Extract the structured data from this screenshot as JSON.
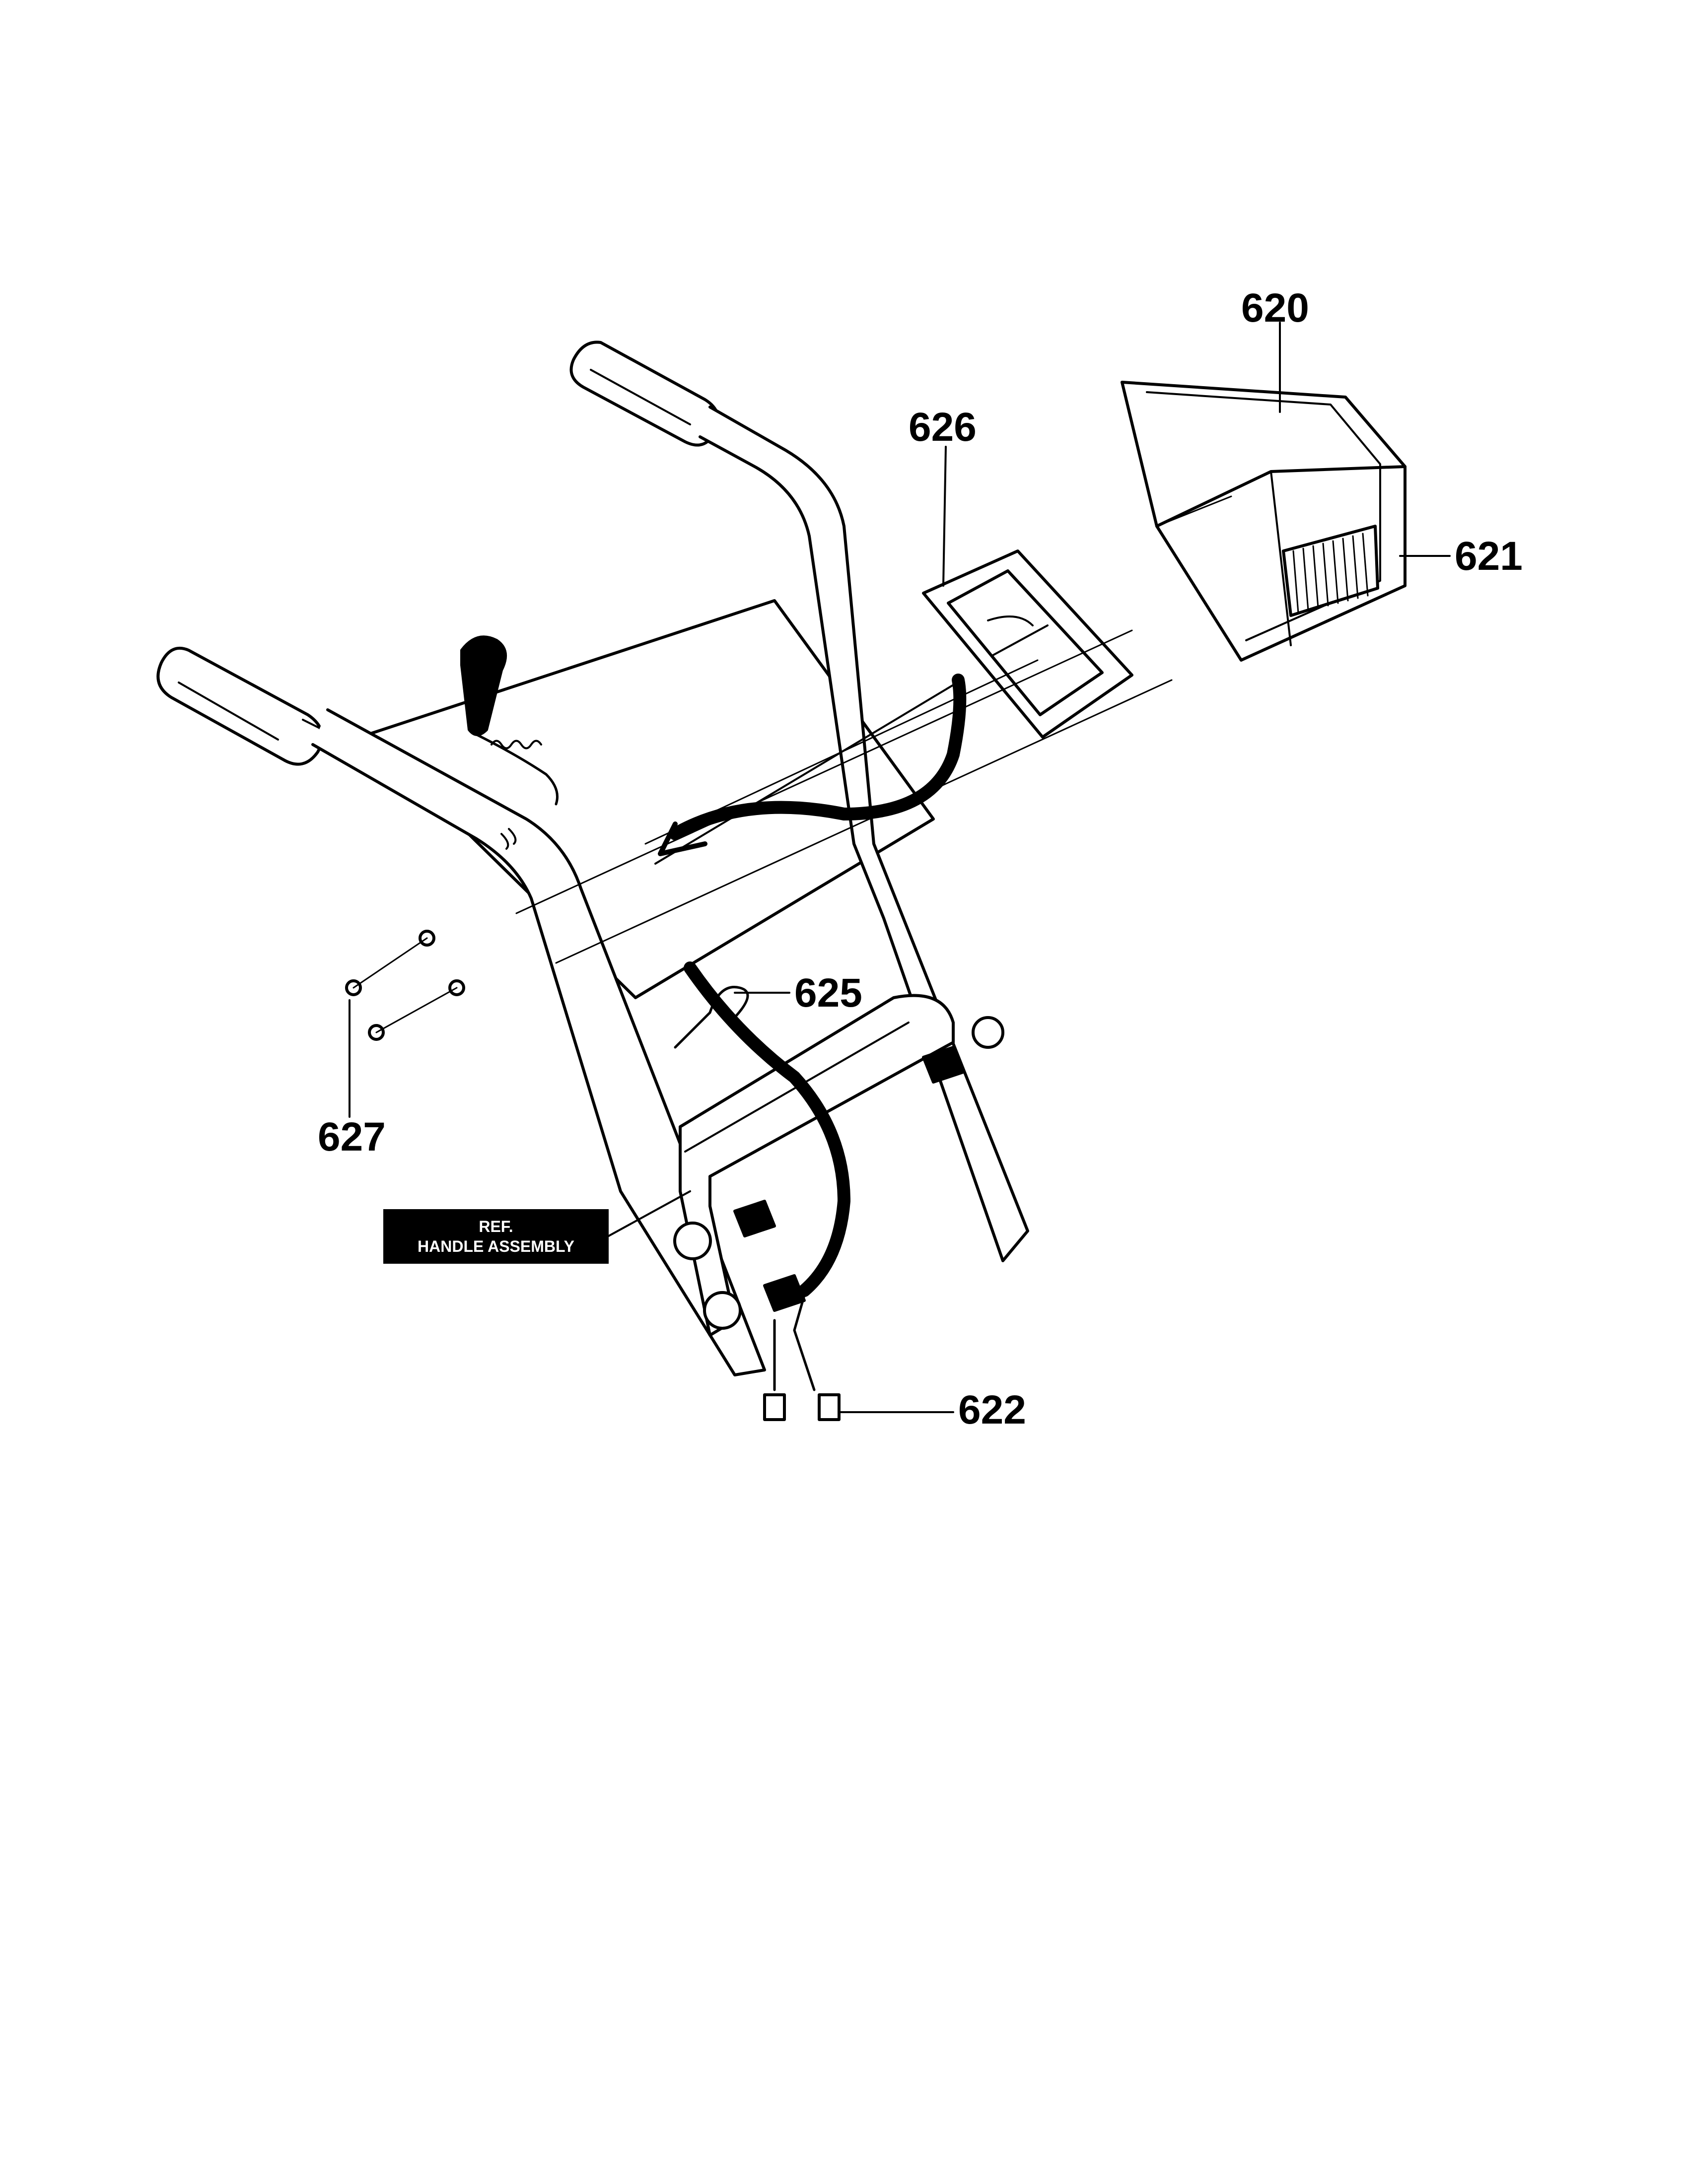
{
  "diagram": {
    "callouts": {
      "p620": "620",
      "p621": "621",
      "p622": "622",
      "p625": "625",
      "p626": "626",
      "p627": "627"
    },
    "reference_box": {
      "line1": "REF.",
      "line2": "HANDLE ASSEMBLY"
    }
  }
}
